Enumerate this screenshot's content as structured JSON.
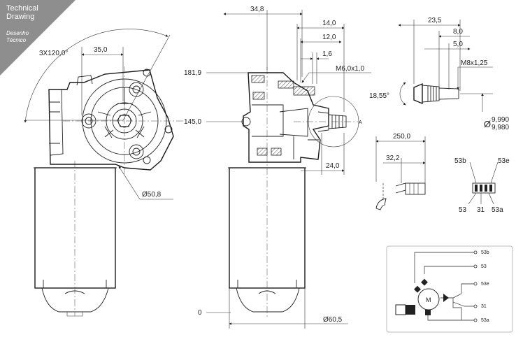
{
  "banner": {
    "title_line1": "Technical",
    "title_line2": "Drawing",
    "subtitle_line1": "Desenho",
    "subtitle_line2": "Técnico",
    "color": "#8e8e8e"
  },
  "front_view": {
    "angle_dim": "3X120,0°",
    "width_dim": "35,0",
    "diameter_dim": "Ø50,8"
  },
  "side_view": {
    "height_top": "181,9",
    "height_mid": "145,0",
    "height_zero": "0",
    "dim_34_8": "34,8",
    "dim_14_0": "14,0",
    "dim_12_0": "12,0",
    "dim_1_6": "1,6",
    "thread": "M6,0x1,0",
    "dim_24_0": "24,0",
    "diameter_dim": "Ø60,5",
    "detail_label": "A"
  },
  "shaft_detail": {
    "dim_23_5": "23,5",
    "dim_8_0": "8,0",
    "dim_5_0": "5,0",
    "thread": "M8x1,25",
    "angle": "18,55°",
    "dia_upper": "9,990",
    "dia_lower": "9,980",
    "dia_symbol": "Ø"
  },
  "cable_detail": {
    "dim_250_0": "250,0",
    "dim_32_2": "32,2"
  },
  "connector": {
    "top_left": "53b",
    "top_right": "53e",
    "bottom_left": "53",
    "bottom_mid": "31",
    "bottom_right": "53a"
  },
  "schematic": {
    "motor_label": "M",
    "terminals": [
      "53b",
      "53",
      "53e",
      "31",
      "53a"
    ]
  }
}
